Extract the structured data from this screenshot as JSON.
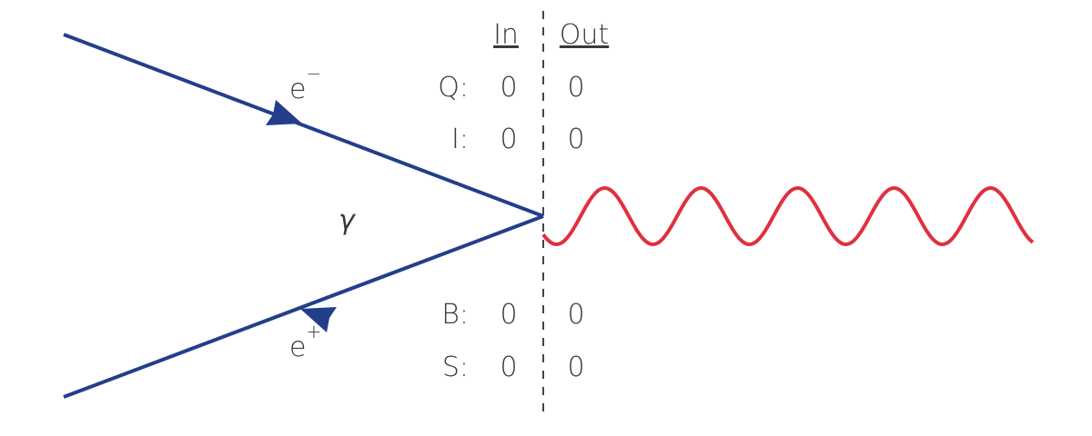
{
  "diagram": {
    "title_particle_photon": "γ",
    "electron": {
      "base": "e",
      "charge": "−"
    },
    "positron": {
      "base": "e",
      "charge": "+"
    },
    "table": {
      "headers": {
        "in": "In",
        "out": "Out"
      },
      "rows": [
        {
          "label": "Q:",
          "in": "0",
          "out": "0"
        },
        {
          "label": "I:",
          "in": "0",
          "out": "0"
        },
        {
          "label": "B:",
          "in": "0",
          "out": "0"
        },
        {
          "label": "S:",
          "in": "0",
          "out": "0"
        }
      ]
    },
    "colors": {
      "fermion": "#233e8b",
      "photon": "#e0303f",
      "divider": "#444444",
      "text": "#3a3a3a"
    }
  }
}
